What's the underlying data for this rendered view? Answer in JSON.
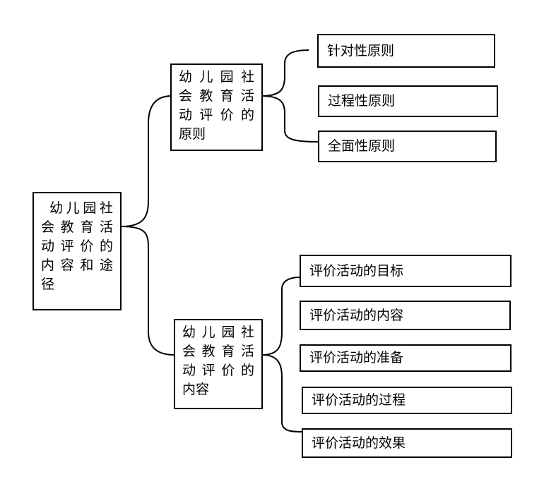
{
  "root": {
    "lines": [
      "幼儿园社",
      "会教育活",
      "动评价的",
      "内容和途",
      "径"
    ]
  },
  "principles": {
    "lines": [
      "幼儿园社",
      "会教育活",
      "动评价的",
      "原则"
    ],
    "items": [
      "针对性原则",
      "过程性原则",
      "全面性原则"
    ]
  },
  "contents": {
    "lines": [
      "幼儿园社",
      "会教育活",
      "动评价的",
      "内容"
    ],
    "items": [
      "评价活动的目标",
      "评价活动的内容",
      "评价活动的准备",
      "评价活动的过程",
      "评价活动的效果"
    ]
  }
}
